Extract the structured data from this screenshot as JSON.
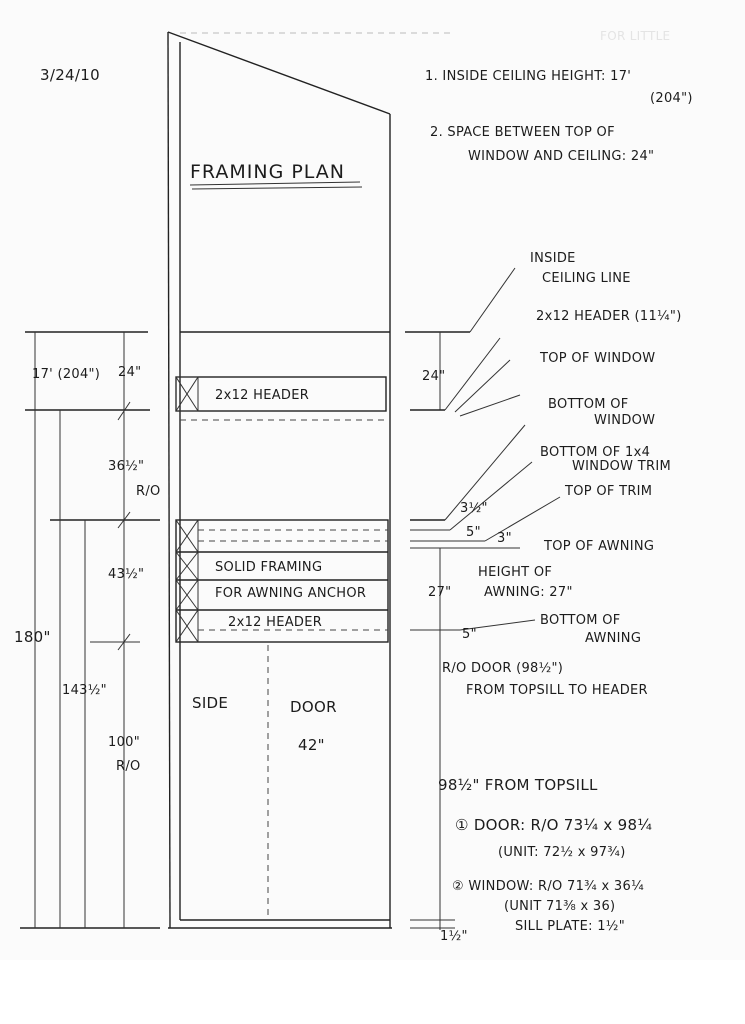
{
  "date": "3/24/10",
  "corner_faint": "FOR LITTLE",
  "title": "FRAMING PLAN",
  "notes": {
    "n1_line1": "1. INSIDE CEILING HEIGHT: 17'",
    "n1_line2": "(204\")",
    "n2_line1": "2. SPACE BETWEEN TOP OF",
    "n2_line2": "WINDOW AND CEILING: 24\""
  },
  "interior": {
    "header_top": "2x12 HEADER",
    "solid_framing_1": "SOLID FRAMING",
    "solid_framing_2": "FOR AWNING ANCHOR",
    "header_bottom": "2x12 HEADER",
    "side": "SIDE",
    "door": "DOOR",
    "door_width": "42\""
  },
  "left_dims": {
    "d17": "17' (204\")",
    "d24": "24\"",
    "d36": "36½\"",
    "d36ro": "R/O",
    "d43": "43½\"",
    "d180": "180\"",
    "d143": "143½\"",
    "d100": "100\"",
    "d100ro": "R/O"
  },
  "right_labels": {
    "ceiling_1": "INSIDE",
    "ceiling_2": "CEILING LINE",
    "header": "2x12 HEADER (11¼\")",
    "top_window": "TOP OF WINDOW",
    "bottom_window_1": "BOTTOM OF",
    "bottom_window_2": "WINDOW",
    "bottom_trim_1": "BOTTOM OF 1x4",
    "bottom_trim_2": "WINDOW TRIM",
    "top_trim": "TOP OF TRIM",
    "top_awning": "TOP OF AWNING",
    "awning_height_1": "HEIGHT OF",
    "awning_height_2": "AWNING: 27\"",
    "bottom_awning_1": "BOTTOM OF",
    "bottom_awning_2": "AWNING",
    "ro_door_1": "R/O DOOR (98½\")",
    "ro_door_2": "FROM TOPSILL TO HEADER"
  },
  "right_dims": {
    "r24": "24\"",
    "r3half": "3½\"",
    "r5": "5\"",
    "r3": "3\"",
    "r27": "27\"",
    "r5b": "5\"",
    "r1half": "1½\""
  },
  "specs": {
    "topsill": "98½\" FROM TOPSILL",
    "door_line1": "① DOOR: R/O 73¼ x 98¼",
    "door_line2": "(UNIT: 72½ x 97¾)",
    "window_line1": "② WINDOW: R/O 71¾ x 36¼",
    "window_line2": "(UNIT 71⅜ x 36)",
    "sill": "SILL PLATE: 1½\""
  }
}
